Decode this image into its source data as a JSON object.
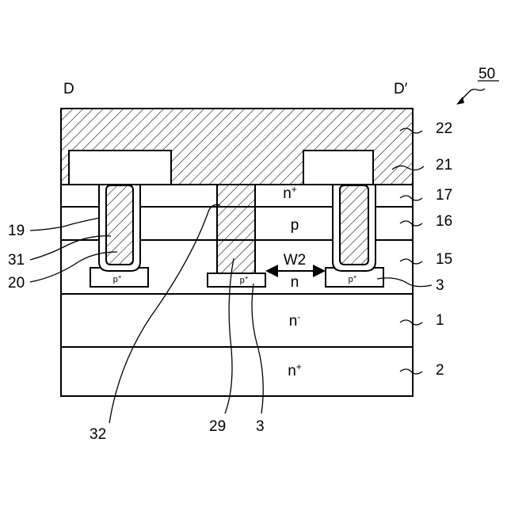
{
  "section": {
    "left": "D",
    "right": "D′"
  },
  "figure_ref": "50",
  "regions": {
    "n_plus_top": "n",
    "p_body": "p",
    "n_cs": "n",
    "n_minus_drift": "n",
    "n_plus_sub": "n",
    "width_label": "W2",
    "p_plus_left": "p",
    "p_plus_center": "p",
    "p_plus_right": "p",
    "sup_plus": "+",
    "sup_minus": "-"
  },
  "labels": {
    "l22": "22",
    "l21": "21",
    "l17": "17",
    "l16": "16",
    "l15": "15",
    "l3_right": "3",
    "l1": "1",
    "l2": "2",
    "l19": "19",
    "l31": "31",
    "l20": "20",
    "l32": "32",
    "l29": "29",
    "l3_bottom": "3"
  }
}
